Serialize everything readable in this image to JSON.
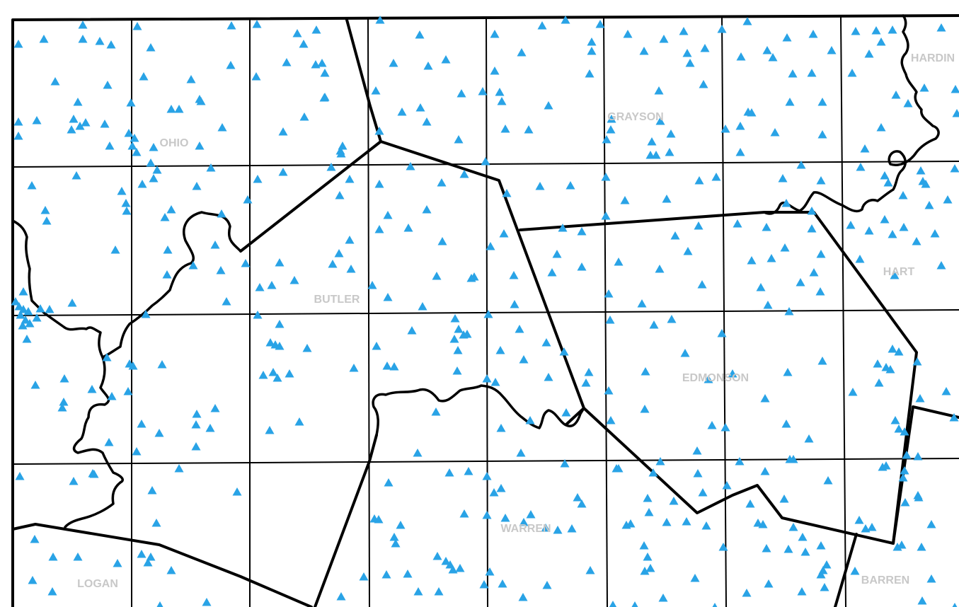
{
  "map": {
    "counties": [
      {
        "key": "ohio",
        "name": "OHIO"
      },
      {
        "key": "grayson",
        "name": "GRAYSON"
      },
      {
        "key": "hardin",
        "name": "HARDIN"
      },
      {
        "key": "butler",
        "name": "BUTLER"
      },
      {
        "key": "hart",
        "name": "HART"
      },
      {
        "key": "edmonson",
        "name": "EDMONSON"
      },
      {
        "key": "warren",
        "name": "WARREN"
      },
      {
        "key": "logan",
        "name": "LOGAN"
      },
      {
        "key": "barren",
        "name": "BARREN"
      }
    ],
    "marker_symbol": "triangle",
    "marker_color": "#29a3e6",
    "boundary_color": "#000000",
    "label_color": "#c8c8c8"
  }
}
